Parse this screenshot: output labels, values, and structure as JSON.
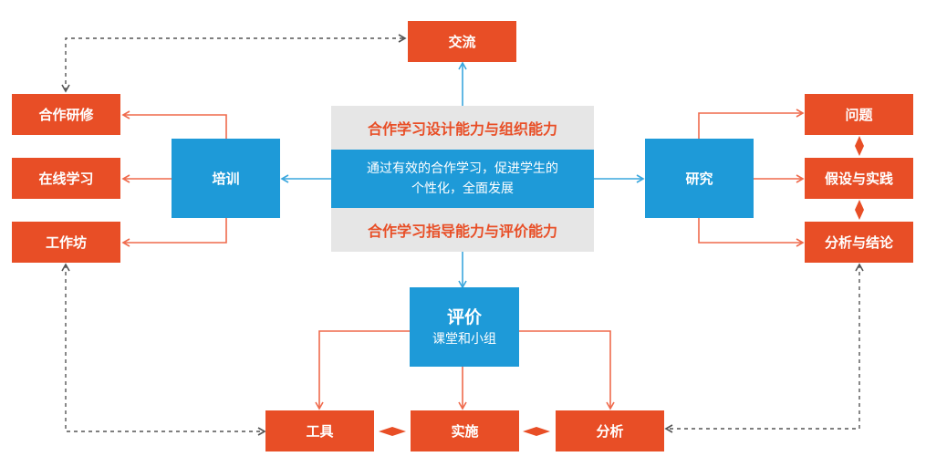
{
  "center": {
    "title_top": "合作学习设计能力与组织能力",
    "middle_line1": "通过有效的合作学习，促进学生的",
    "middle_line2": "个性化，全面发展",
    "title_bottom": "合作学习指导能力与评价能力"
  },
  "top": {
    "label": "交流"
  },
  "training": {
    "label": "培训",
    "items": [
      "合作研修",
      "在线学习",
      "工作坊"
    ]
  },
  "research": {
    "label": "研究",
    "items": [
      "问题",
      "假设与实践",
      "分析与结论"
    ]
  },
  "evaluation": {
    "label": "评价",
    "sublabel": "课堂和小组",
    "items": [
      "工具",
      "实施",
      "分析"
    ]
  },
  "colors": {
    "orange": "#e84e26",
    "blue": "#1e9ad8",
    "gray": "#e6e6e6",
    "dash": "#555555",
    "arrow_orange": "#ef6a4c",
    "arrow_blue": "#3aa7de"
  }
}
